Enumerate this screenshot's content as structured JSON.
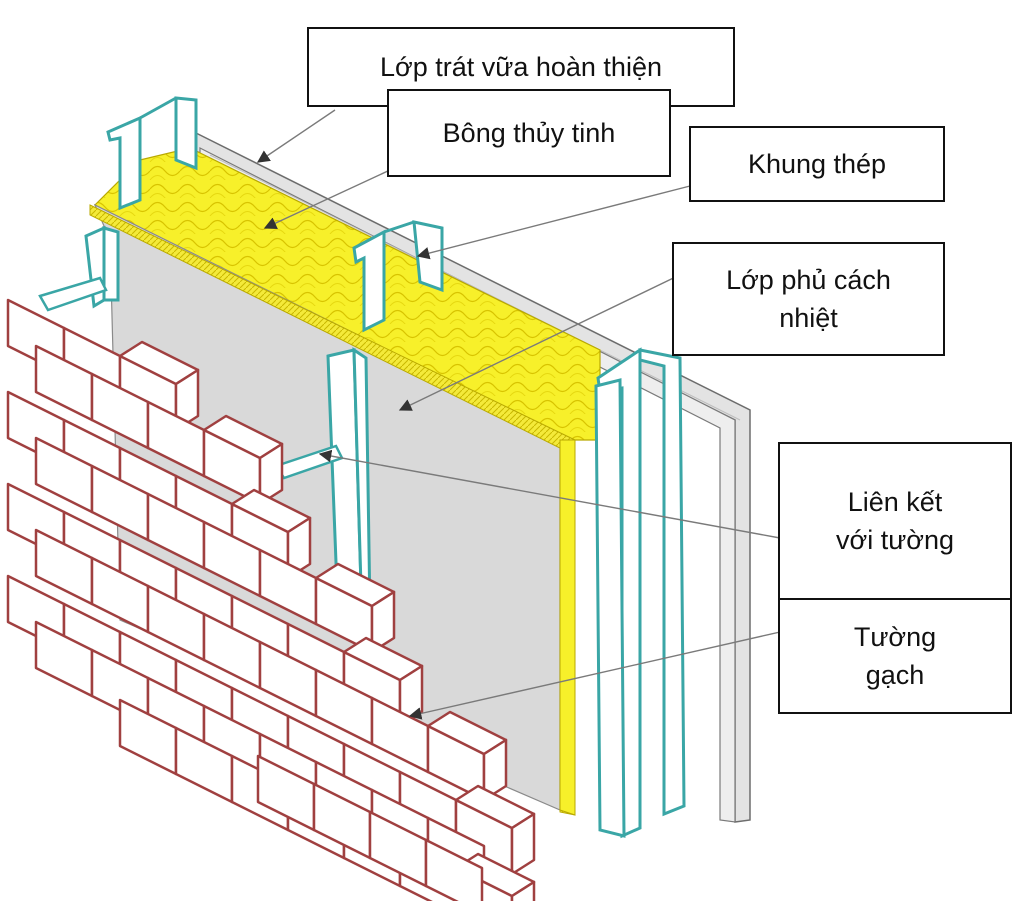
{
  "labels": {
    "render_finish": "Lớp trát vữa hoàn thiện",
    "glass_wool": "Bông thủy tinh",
    "steel_frame": "Khung thép",
    "insulation_cover": "Lớp phủ cách\nnhiệt",
    "wall_tie": "Liên kết\nvới tường",
    "brick_wall": "Tường\ngạch"
  },
  "colors": {
    "brick_line": "#a04040",
    "steel_line": "#3aa6a6",
    "wool_fill": "#f7f02a",
    "board_fill": "#d9d9d9",
    "leader_line": "#7a7a7a",
    "box_border": "#111111"
  },
  "icons": {
    "leader_arrow": "arrow-head-icon"
  }
}
